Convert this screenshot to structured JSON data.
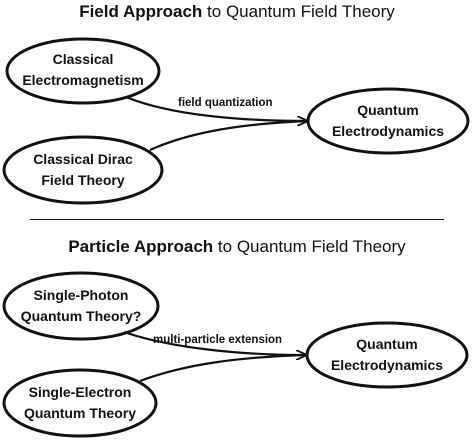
{
  "field_panel": {
    "title_bold": "Field Approach",
    "title_rest": "to Quantum Field Theory",
    "node_classical_em": [
      "Classical",
      "Electromagnetism"
    ],
    "node_classical_dirac": [
      "Classical Dirac",
      "Field Theory"
    ],
    "node_qed": [
      "Quantum",
      "Electrodynamics"
    ],
    "edge_label": "field quantization"
  },
  "particle_panel": {
    "title_bold": "Particle Approach",
    "title_rest": "to Quantum Field Theory",
    "node_single_photon": [
      "Single-Photon",
      "Quantum Theory?"
    ],
    "node_single_electron": [
      "Single-Electron",
      "Quantum Theory"
    ],
    "node_qed": [
      "Quantum",
      "Electrodynamics"
    ],
    "edge_label": "multi-particle extension"
  }
}
